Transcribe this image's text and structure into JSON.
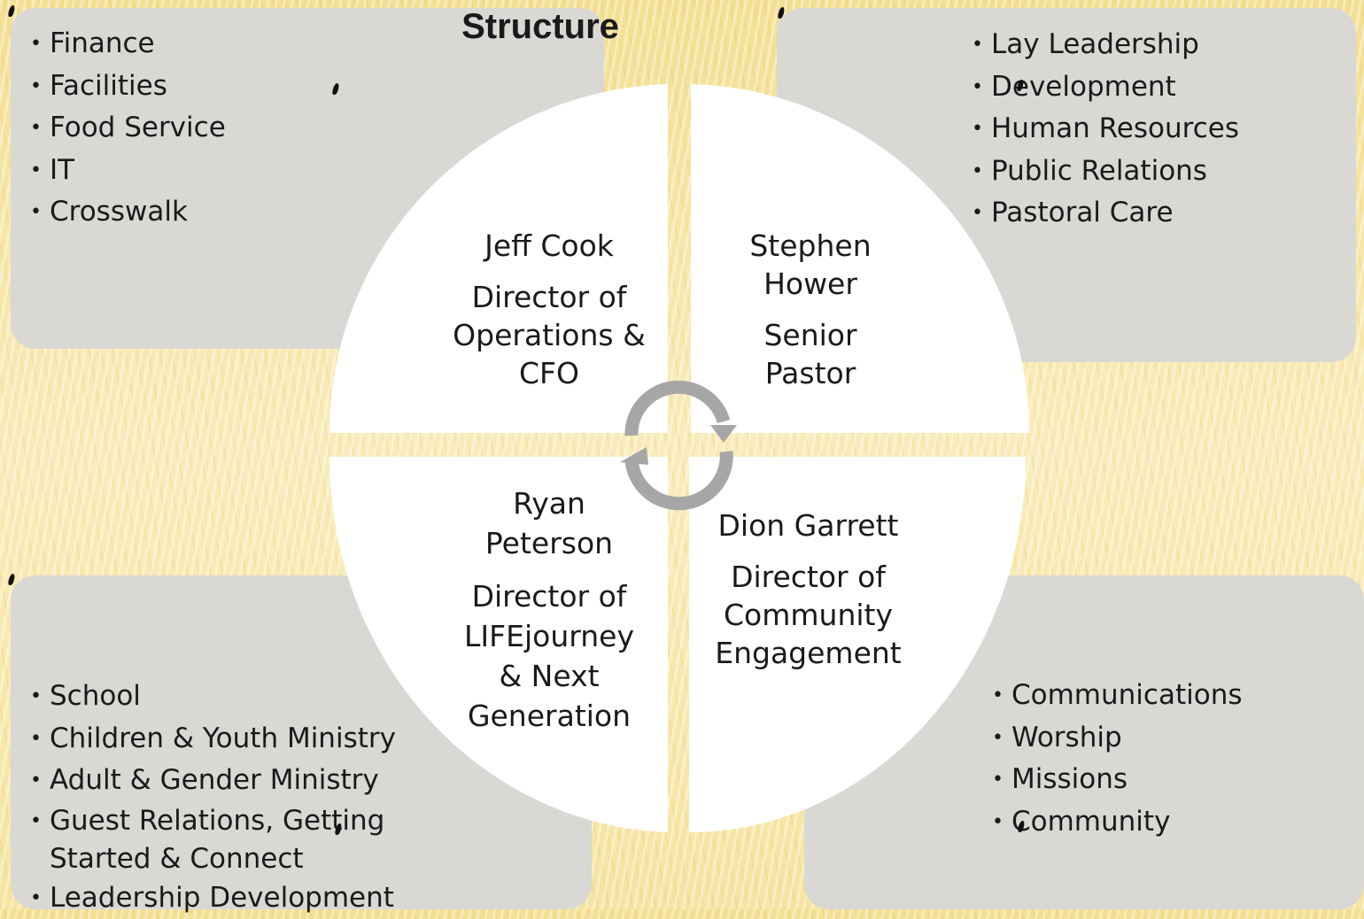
{
  "title": "Structure",
  "quadrants": {
    "top_left": {
      "name": "Jeff Cook",
      "role": [
        "Director of",
        "Operations &",
        "CFO"
      ]
    },
    "top_right": {
      "name": [
        "Stephen",
        "Hower"
      ],
      "role": [
        "Senior",
        "Pastor"
      ]
    },
    "bottom_left": {
      "name": [
        "Ryan",
        "Peterson"
      ],
      "role": [
        "Director of",
        "LIFEjourney",
        "& Next",
        "Generation"
      ]
    },
    "bottom_right": {
      "name": "Dion Garrett",
      "role": [
        "Director of",
        "Community",
        "Engagement"
      ]
    }
  },
  "lists": {
    "top_left": [
      "Finance",
      "Facilities",
      "Food Service",
      "IT",
      "Crosswalk"
    ],
    "top_right": [
      "Lay Leadership",
      "Development",
      "Human Resources",
      "Public Relations",
      "Pastoral Care"
    ],
    "bottom_left": [
      "School",
      "Children & Youth Ministry",
      "Adult & Gender Ministry",
      "Guest Relations, Getting Started & Connect",
      "Leadership Development"
    ],
    "bottom_right": [
      "Communications",
      "Worship",
      "Missions",
      "Community"
    ]
  },
  "bullet": "•",
  "icons": {
    "center": "cycle-arrows-icon"
  },
  "colors": {
    "box": "#d9d8d5",
    "circle": "#ffffff",
    "cycle": "#a6a6a6",
    "background": "#f7e7a6"
  }
}
